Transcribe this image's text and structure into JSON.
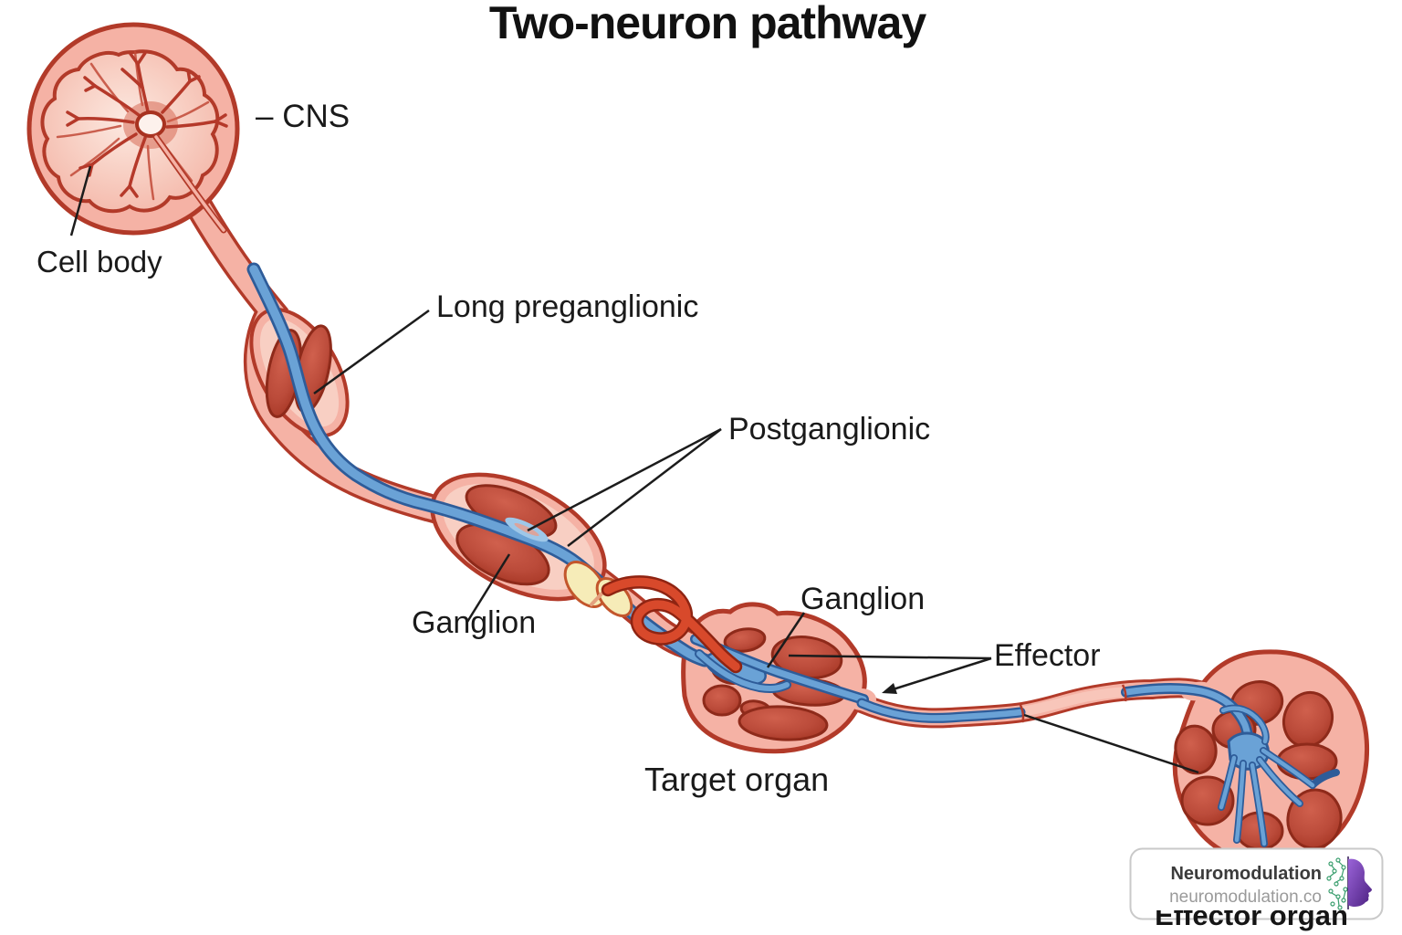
{
  "title": "Two-neuron pathway",
  "labels": {
    "cns": "– CNS",
    "cell_body": "Cell body",
    "long_preganglionic": "Long preganglionic",
    "postganglionic": "Postganglionic",
    "ganglion_first": "Ganglion",
    "ganglion_second": "Ganglion",
    "effector": "Effector",
    "target_organ": "Target organ",
    "effector_organ": "Effector organ"
  },
  "badge": {
    "name": "Neuromodulation",
    "url": "neuromodulation.co",
    "logo": "head-profile-with-neural-network-icon"
  },
  "colors": {
    "tissue_pink": "#f5b2a5",
    "tissue_pale": "#f8cfc3",
    "tissue_outline": "#b23a29",
    "lobe_red": "#bb4b3a",
    "lobe_outline": "#8e2a1a",
    "fiber_blue": "#6aa2d6",
    "fiber_blue_dark": "#2e5c99",
    "myelin_yellow": "#f6ecb8",
    "myelin_outline": "#c3562c",
    "fiber_red": "#d8492b",
    "fiber_red_dark": "#8f2412",
    "pointer_line": "#1c1c1c",
    "badge_border": "#c9c9c9",
    "badge_purple": "#6b35b2",
    "badge_green": "#3a9e6e"
  }
}
